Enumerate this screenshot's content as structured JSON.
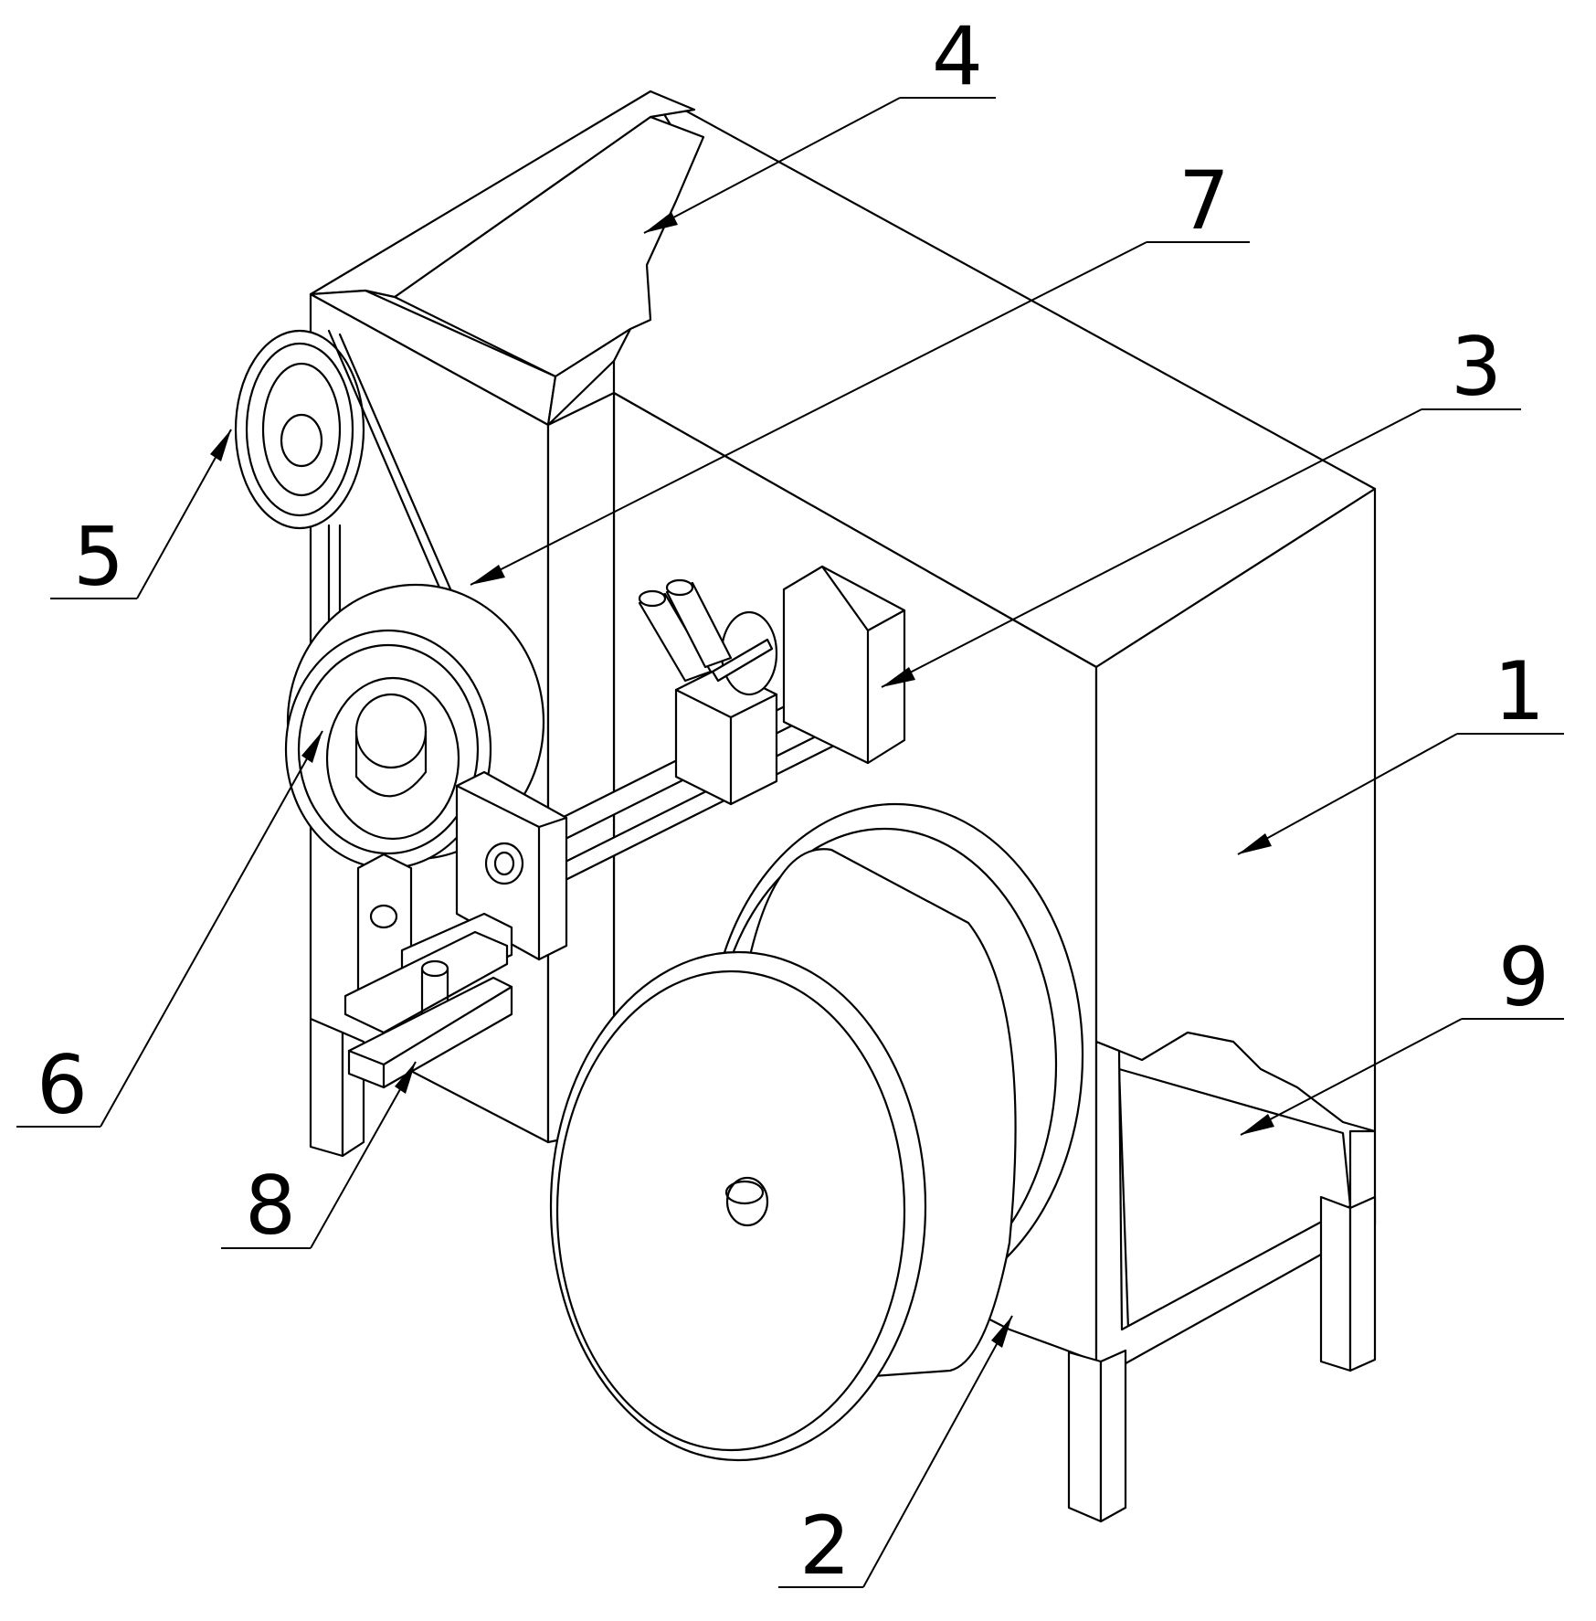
{
  "figure": {
    "labels": [
      {
        "id": "label-1",
        "text": "1",
        "part": "housing-side-face"
      },
      {
        "id": "label-2",
        "text": "2",
        "part": "cable-reel"
      },
      {
        "id": "label-3",
        "text": "3",
        "part": "guide-bracket"
      },
      {
        "id": "label-4",
        "text": "4",
        "part": "top-cavity"
      },
      {
        "id": "label-5",
        "text": "5",
        "part": "upper-pulley"
      },
      {
        "id": "label-6",
        "text": "6",
        "part": "lower-pulley"
      },
      {
        "id": "label-7",
        "text": "7",
        "part": "drive-belt"
      },
      {
        "id": "label-8",
        "text": "8",
        "part": "clamp-base"
      },
      {
        "id": "label-9",
        "text": "9",
        "part": "bottom-cavity"
      }
    ]
  }
}
